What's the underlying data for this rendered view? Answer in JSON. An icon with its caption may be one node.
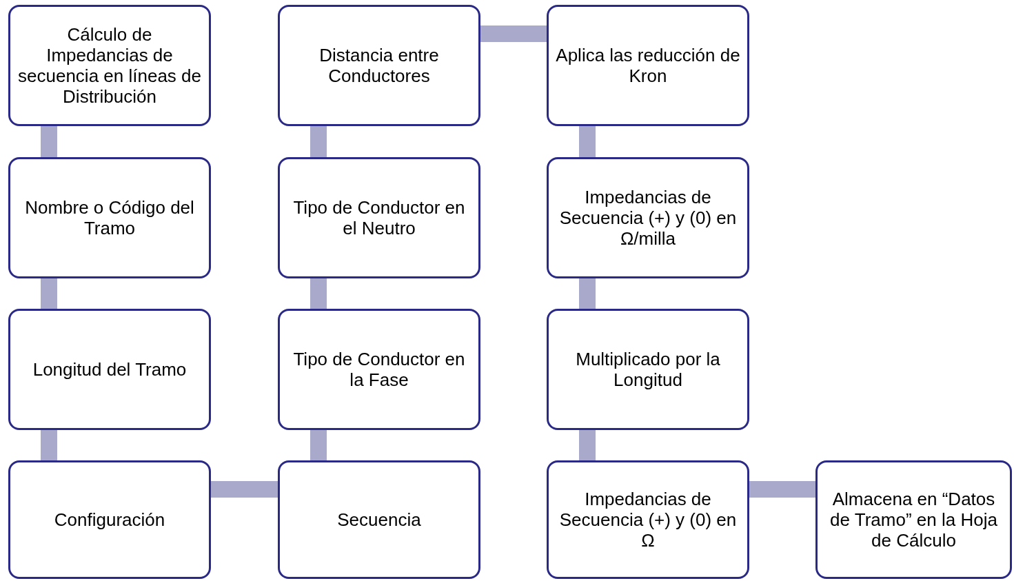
{
  "diagram": {
    "nodes": [
      {
        "text": [
          "Cálculo de Impedancias de secuencia en líneas de Distribución"
        ]
      },
      {
        "text": [
          "Nombre o Código del Tramo"
        ]
      },
      {
        "text": [
          "Longitud del Tramo"
        ]
      },
      {
        "text": [
          "Configuración"
        ]
      },
      {
        "text": [
          "Secuencia"
        ]
      },
      {
        "text": [
          "Tipo de Conductor en la Fase"
        ]
      },
      {
        "text": [
          "Tipo de Conductor en el Neutro"
        ]
      },
      {
        "text": [
          "Distancia entre Conductores"
        ]
      },
      {
        "text": [
          "Aplica las reducción de Kron"
        ]
      },
      {
        "text": [
          "Impedancias de Secuencia (+) y (0) en Ω/milla"
        ]
      },
      {
        "text": [
          "Multiplicado por la Longitud"
        ]
      },
      {
        "text": [
          "Impedancias de Secuencia (+) y (0) en Ω"
        ]
      },
      {
        "text": [
          "Almacena en “Datos de Tramo” en la Hoja de Cálculo"
        ]
      }
    ],
    "edges": [
      {
        "from": 0,
        "to": 1,
        "arrow": "none"
      },
      {
        "from": 1,
        "to": 2,
        "arrow": "none"
      },
      {
        "from": 2,
        "to": 3,
        "arrow": "none"
      },
      {
        "from": 3,
        "to": 4,
        "arrow": "none"
      },
      {
        "from": 4,
        "to": 5,
        "arrow": "none"
      },
      {
        "from": 5,
        "to": 6,
        "arrow": "none"
      },
      {
        "from": 6,
        "to": 7,
        "arrow": "none"
      },
      {
        "from": 7,
        "to": 8,
        "arrow": "none"
      },
      {
        "from": 8,
        "to": 9,
        "arrow": "none"
      },
      {
        "from": 9,
        "to": 10,
        "arrow": "none"
      },
      {
        "from": 10,
        "to": 11,
        "arrow": "none"
      },
      {
        "from": 11,
        "to": 12,
        "arrow": "none"
      }
    ]
  }
}
